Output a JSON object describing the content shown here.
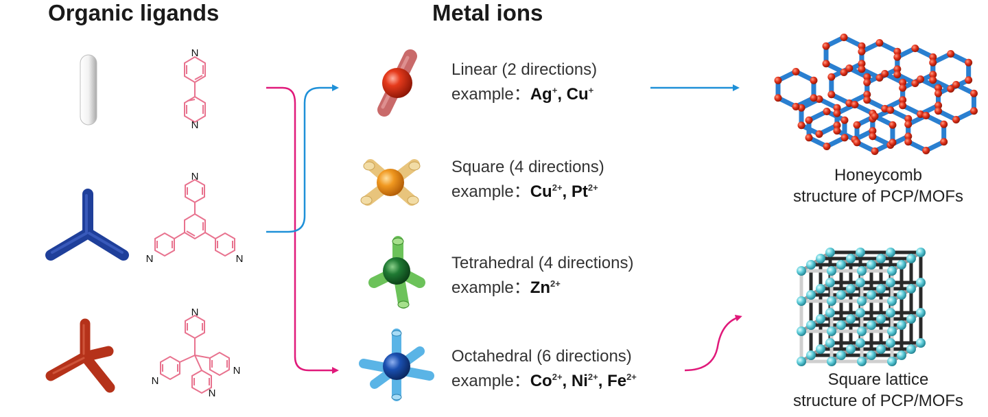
{
  "headings": {
    "ligands": "Organic ligands",
    "metals": "Metal ions"
  },
  "ligands": [
    {
      "id": "linear-ligand",
      "rod_color": "#d9d9d9",
      "ring_atoms": [
        "N",
        "N"
      ]
    },
    {
      "id": "trigonal-ligand",
      "rod_color": "#1f3f9a",
      "ring_atoms": [
        "N",
        "N",
        "N"
      ]
    },
    {
      "id": "tetrahedral-ligand",
      "rod_color": "#b5321a",
      "ring_atoms": [
        "N",
        "N",
        "N",
        "N"
      ]
    }
  ],
  "geometries": [
    {
      "name": "Linear (2 directions)",
      "example_label": "example：",
      "ions": [
        {
          "el": "Ag",
          "sup": "+"
        },
        {
          "el": "Cu",
          "sup": "+"
        }
      ],
      "ball_color": "#e03a1e",
      "arm_color": "#c96a6a"
    },
    {
      "name": "Square (4 directions)",
      "example_label": "example：",
      "ions": [
        {
          "el": "Cu",
          "sup": "2+"
        },
        {
          "el": "Pt",
          "sup": "2+"
        }
      ],
      "ball_color": "#f0a020",
      "arm_color": "#e8c47c"
    },
    {
      "name": "Tetrahedral (4 directions)",
      "example_label": "example：",
      "ions": [
        {
          "el": "Zn",
          "sup": "2+"
        }
      ],
      "ball_color": "#1e7a34",
      "arm_color": "#6cc25a"
    },
    {
      "name": "Octahedral (6 directions)",
      "example_label": "example：",
      "ions": [
        {
          "el": "Co",
          "sup": "2+"
        },
        {
          "el": "Ni",
          "sup": "2+"
        },
        {
          "el": "Fe",
          "sup": "2+"
        }
      ],
      "ball_color": "#1a4fb0",
      "arm_color": "#5ab4e6"
    }
  ],
  "structures": [
    {
      "caption_line1": "Honeycomb",
      "caption_line2": "structure of PCP/MOFs",
      "link_color": "#2a7fd0",
      "node_color": "#e03a1e"
    },
    {
      "caption_line1": "Square lattice",
      "caption_line2": "structure of PCP/MOFs",
      "link_color": "#cfcfcf",
      "node_color": "#5cc8d8"
    }
  ],
  "colors": {
    "arrow_blue": "#1e90d8",
    "arrow_magenta": "#e0197a",
    "ring_pink": "#e8728e"
  }
}
